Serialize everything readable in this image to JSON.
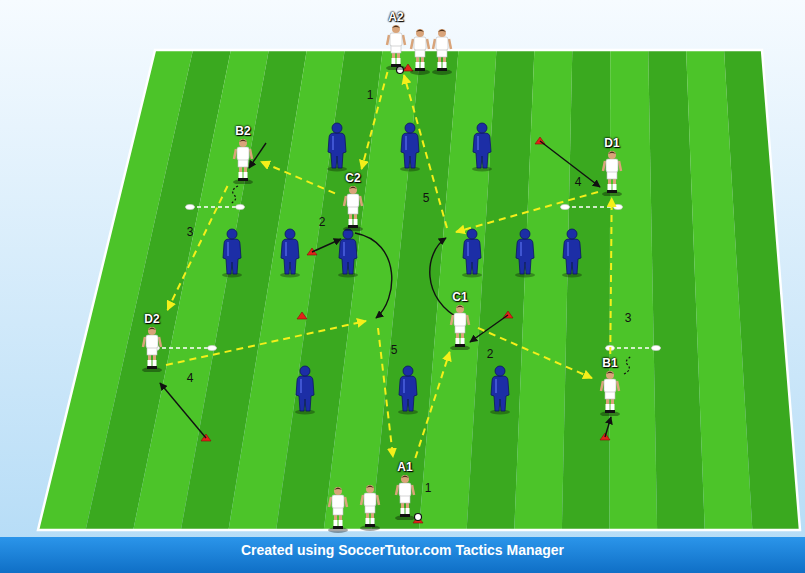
{
  "diagram": {
    "caption": "Created using SoccerTutor.com Tactics Manager",
    "nodes": [
      {
        "text": [
          "A2"
        ]
      },
      {
        "text": [
          "B2"
        ]
      },
      {
        "text": [
          "D1"
        ]
      },
      {
        "text": [
          "C2"
        ]
      },
      {
        "text": [
          "C1"
        ]
      },
      {
        "text": [
          "D2"
        ]
      },
      {
        "text": [
          "B1"
        ]
      },
      {
        "text": [
          "A1"
        ]
      }
    ],
    "edges": [
      {
        "from": 7,
        "to": 4,
        "label": "1",
        "arrow": "to"
      },
      {
        "from": 4,
        "to": 6,
        "label": "2",
        "arrow": "to"
      },
      {
        "from": 6,
        "to": 2,
        "label": "3",
        "arrow": "to"
      },
      {
        "from": 0,
        "to": 3,
        "label": "1",
        "arrow": "to"
      },
      {
        "from": 3,
        "to": 1,
        "label": "2",
        "arrow": "to"
      },
      {
        "from": 1,
        "to": 5,
        "label": "3",
        "arrow": "to"
      }
    ],
    "labels": [
      "4",
      "4",
      "5",
      "5"
    ]
  }
}
